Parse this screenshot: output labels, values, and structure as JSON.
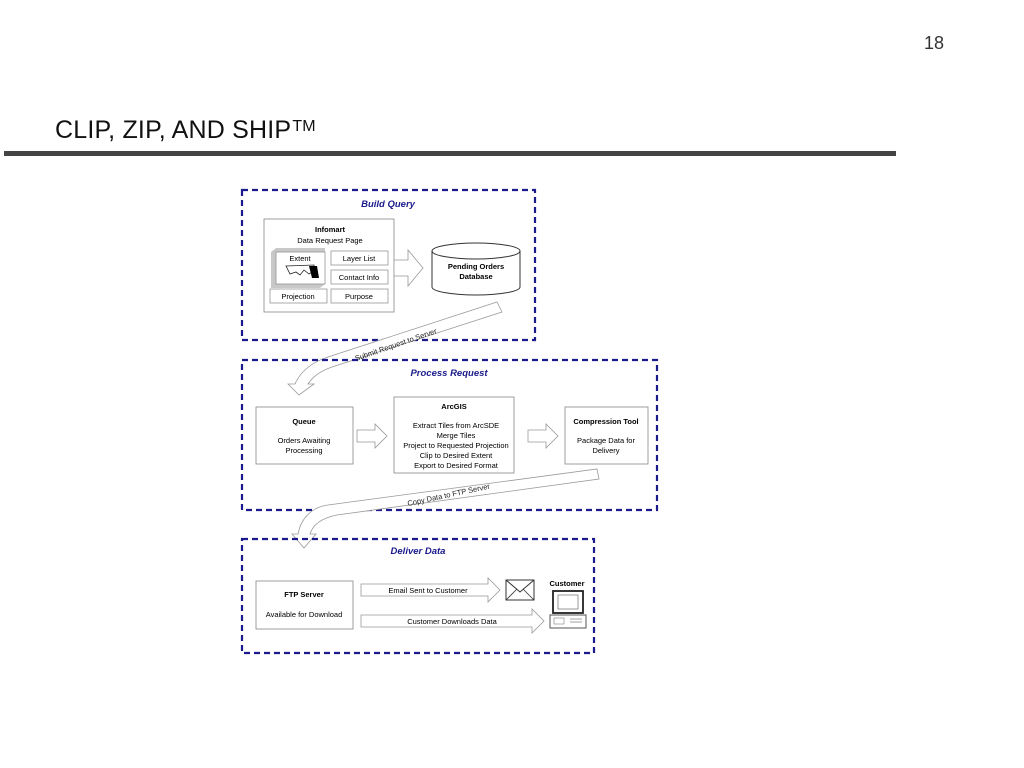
{
  "slide": {
    "page_number": "18",
    "title": "CLIP, ZIP, AND SHIP",
    "title_superscript": "TM"
  },
  "diagram": {
    "build_query": {
      "heading": "Build Query",
      "infomart_title": "Infomart",
      "infomart_subtitle": "Data Request Page",
      "fields": {
        "extent": "Extent",
        "layer_list": "Layer List",
        "contact_info": "Contact Info",
        "projection": "Projection",
        "purpose": "Purpose"
      },
      "database_line1": "Pending Orders",
      "database_line2": "Database"
    },
    "connector_1": "Submit Request to Server",
    "process_request": {
      "heading": "Process Request",
      "queue_title": "Queue",
      "queue_line1": "Orders Awaiting",
      "queue_line2": "Processing",
      "arcgis_title": "ArcGIS",
      "arcgis_steps": [
        "Extract Tiles from ArcSDE",
        "Merge Tiles",
        "Project to Requested Projection",
        "Clip to Desired Extent",
        "Export to Desired Format"
      ],
      "compression_title": "Compression Tool",
      "compression_line1": "Package Data for",
      "compression_line2": "Delivery"
    },
    "connector_2": "Copy Data to FTP Server",
    "deliver_data": {
      "heading": "Deliver Data",
      "ftp_title": "FTP Server",
      "ftp_line1": "Available for Download",
      "email_arrow": "Email Sent to Customer",
      "download_arrow": "Customer Downloads Data",
      "customer_label": "Customer"
    },
    "colors": {
      "dashed_border": "#1a1a8c",
      "section_heading": "#1a1a8c",
      "box_border": "#888888",
      "arrow_stroke": "#999999"
    }
  }
}
